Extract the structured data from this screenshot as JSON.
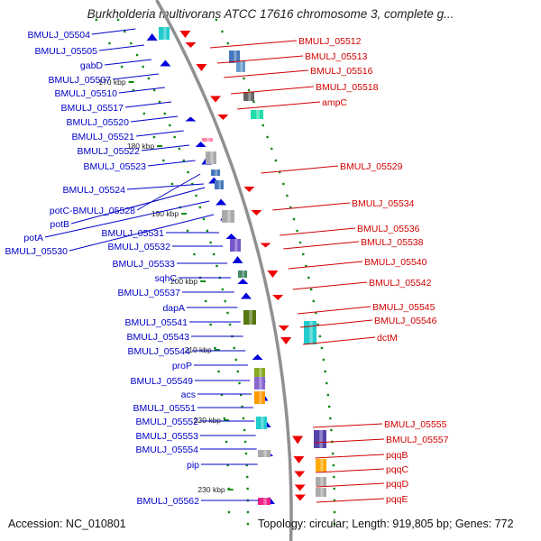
{
  "title": "Burkholderia multivorans ATCC 17616 chromosome 3, complete g...",
  "footer": {
    "accession": "Accession: NC_010801",
    "topology": "Topology: circular; Length: 919,805 bp; Genes: 772"
  },
  "colors": {
    "left_gene_label": "#0000c8",
    "right_gene_label": "#d00000",
    "forward_strand_feature": "#0000dd",
    "reverse_strand_feature": "#ee0000",
    "backbone": "#909090",
    "tick": "#118811"
  },
  "tick_labels": [
    "170 kbp",
    "180 kbp",
    "190 kbp",
    "200 kbp",
    "210 kbp",
    "220 kbp",
    "230 kbp"
  ],
  "left_genes": [
    "BMULJ_05504",
    "BMULJ_05505",
    "gabD",
    "BMULJ_05507",
    "BMULJ_05510",
    "BMULJ_05517",
    "BMULJ_05520",
    "BMULJ_05521",
    "BMULJ_05522",
    "BMULJ_05523",
    "BMULJ_05524",
    "potC-BMULJ_05528",
    "potB",
    "potA",
    "BMULJ_05530",
    "BMULJ_05531",
    "BMULJ_05532",
    "BMULJ_05533",
    "sqhC",
    "BMULJ_05537",
    "dapA",
    "BMULJ_05541",
    "BMULJ_05543",
    "BMULJ_05544",
    "proP",
    "BMULJ_05549",
    "acs",
    "BMULJ_05551",
    "BMULJ_05552",
    "BMULJ_05553",
    "BMULJ_05554",
    "pip",
    "BMULJ_05562"
  ],
  "right_genes": [
    "BMULJ_05512",
    "BMULJ_05513",
    "BMULJ_05516",
    "BMULJ_05518",
    "ampC",
    "BMULJ_05529",
    "BMULJ_05534",
    "BMULJ_05536",
    "BMULJ_05538",
    "BMULJ_05540",
    "BMULJ_05542",
    "BMULJ_05545",
    "BMULJ_05546",
    "dctM",
    "BMULJ_05555",
    "BMULJ_05557",
    "pqqB",
    "pqqC",
    "pqqD",
    "pqqE"
  ]
}
